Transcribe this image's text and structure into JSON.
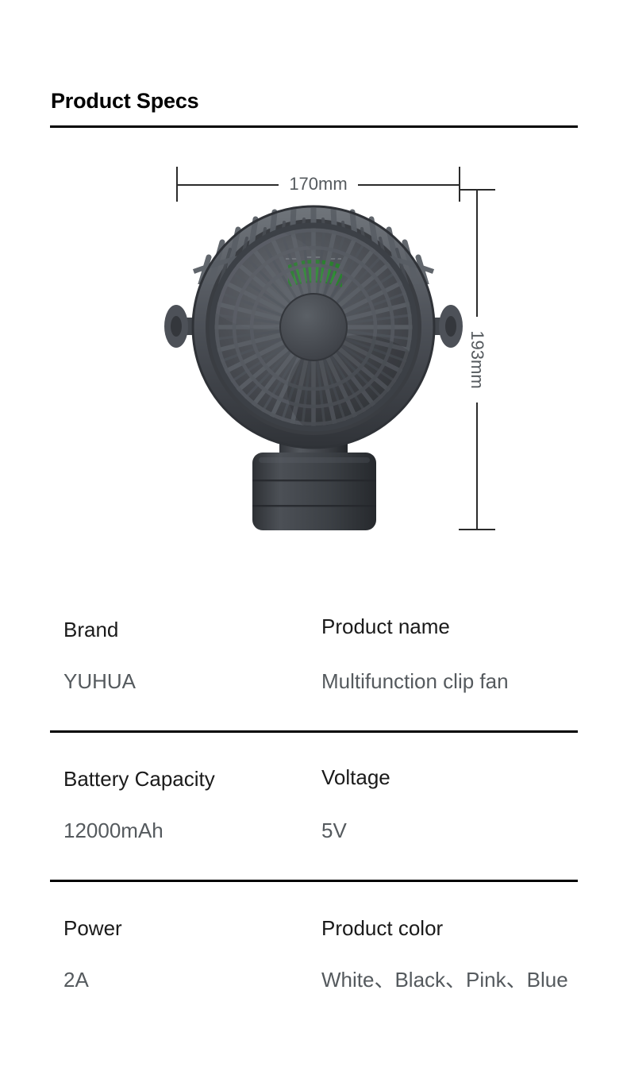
{
  "page": {
    "title": "Product Specs",
    "background_color": "#ffffff",
    "rule_color": "#000000"
  },
  "figure": {
    "product_icon": "clip-fan-illustration",
    "product_body_color": "#4b4e53",
    "indicator_color": "#1f8b22",
    "dimensions": {
      "width_label": "170mm",
      "height_label": "193mm",
      "dimension_line_color": "#2b2b2b",
      "dimension_text_color": "#555a5e"
    }
  },
  "specs": {
    "label_color": "#1a1a1a",
    "value_color": "#555a5e",
    "rows": [
      {
        "left": {
          "label": "Brand",
          "value": "YUHUA"
        },
        "right": {
          "label": "Product name",
          "value": "Multifunction clip fan"
        }
      },
      {
        "left": {
          "label": "Battery Capacity",
          "value": "12000mAh"
        },
        "right": {
          "label": "Voltage",
          "value": "5V"
        }
      },
      {
        "left": {
          "label": "Power",
          "value": "2A"
        },
        "right": {
          "label": "Product color",
          "value": "White、Black、Pink、Blue"
        }
      }
    ]
  }
}
